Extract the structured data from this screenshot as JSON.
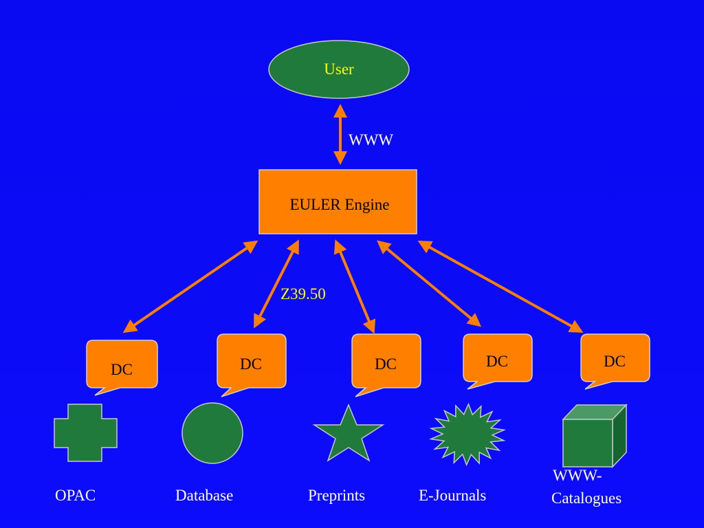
{
  "colors": {
    "background": "#0b0bf4",
    "node_green": "#1f7a3c",
    "engine_orange": "#ff7f00",
    "arrow_orange": "#ff7f00",
    "user_text": "#ffff00",
    "label_text": "#ffffff"
  },
  "nodes": {
    "user": "User",
    "engine": "EULER Engine"
  },
  "connections": {
    "user_engine": "WWW",
    "engine_dc": "Z39.50"
  },
  "connectors": [
    {
      "label": "DC"
    },
    {
      "label": "DC"
    },
    {
      "label": "DC"
    },
    {
      "label": "DC"
    },
    {
      "label": "DC"
    }
  ],
  "sources": [
    {
      "label": "OPAC",
      "icon": "cross-icon"
    },
    {
      "label": "Database",
      "icon": "circle-icon"
    },
    {
      "label": "Preprints",
      "icon": "star-icon"
    },
    {
      "label": "E-Journals",
      "icon": "starburst-icon"
    },
    {
      "label_line1": "WWW-",
      "label_line2": "Catalogues",
      "icon": "cube-icon"
    }
  ]
}
